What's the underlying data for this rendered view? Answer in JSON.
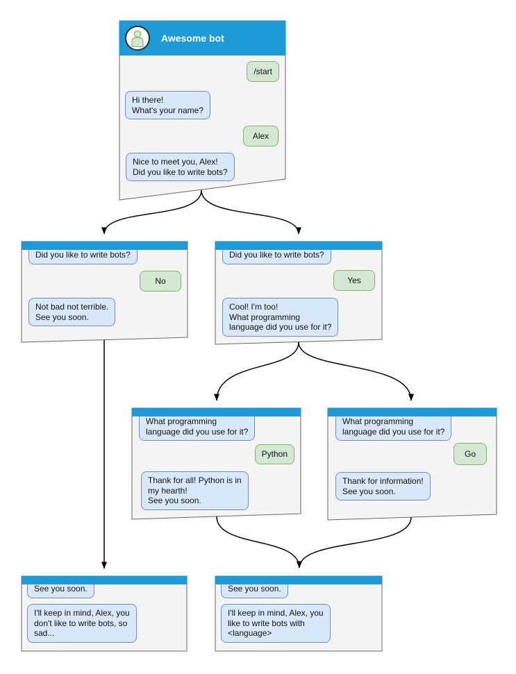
{
  "diagram": {
    "bot_title": "Awesome bot",
    "colors": {
      "titlebar_blue": "#1e9ad6",
      "window_fill": "#f5f5f5",
      "window_border": "#666666",
      "bot_bubble_fill": "#dae8fc",
      "bot_bubble_border": "#6c8ebf",
      "user_bubble_fill": "#d5e8d4",
      "user_bubble_border": "#82b366",
      "arrow": "#000000"
    },
    "nodes": [
      {
        "id": "root",
        "title": "Awesome bot",
        "messages": [
          {
            "from": "user",
            "text": "/start"
          },
          {
            "from": "bot",
            "text": "Hi there!\nWhat's your name?"
          },
          {
            "from": "user",
            "text": "Alex"
          },
          {
            "from": "bot",
            "text": "Nice to meet you, Alex!\nDid you like to write bots?"
          }
        ]
      },
      {
        "id": "branch-no",
        "messages": [
          {
            "from": "bot",
            "text": "Did you like to write bots?"
          },
          {
            "from": "user",
            "text": "No"
          },
          {
            "from": "bot",
            "text": "Not bad not terrible.\nSee you soon."
          }
        ]
      },
      {
        "id": "branch-yes",
        "messages": [
          {
            "from": "bot",
            "text": "Did you like to write bots?"
          },
          {
            "from": "user",
            "text": "Yes"
          },
          {
            "from": "bot",
            "text": "Cool! I'm too!\nWhat programming\nlanguage did you use for it?"
          }
        ]
      },
      {
        "id": "lang-python",
        "messages": [
          {
            "from": "bot",
            "text": "What programming\nlanguage did you use for it?"
          },
          {
            "from": "user",
            "text": "Python"
          },
          {
            "from": "bot",
            "text": "Thank for all! Python is in\nmy hearth!\nSee you soon."
          }
        ]
      },
      {
        "id": "lang-go",
        "messages": [
          {
            "from": "bot",
            "text": "What programming\nlanguage did you use for it?"
          },
          {
            "from": "user",
            "text": "Go"
          },
          {
            "from": "bot",
            "text": "Thank for information!\nSee you soon."
          }
        ]
      },
      {
        "id": "end-no",
        "messages": [
          {
            "from": "bot",
            "text": "See you soon."
          },
          {
            "from": "bot",
            "text": "I'll keep in mind, Alex, you\ndon't like to write bots, so\nsad..."
          }
        ]
      },
      {
        "id": "end-yes",
        "messages": [
          {
            "from": "bot",
            "text": "See you soon."
          },
          {
            "from": "bot",
            "text": "I'll keep in mind, Alex, you\nlike to write bots with\n<language>"
          }
        ]
      }
    ],
    "edges": [
      {
        "from": "root",
        "to": "branch-no"
      },
      {
        "from": "root",
        "to": "branch-yes"
      },
      {
        "from": "branch-yes",
        "to": "lang-python"
      },
      {
        "from": "branch-yes",
        "to": "lang-go"
      },
      {
        "from": "branch-no",
        "to": "end-no"
      },
      {
        "from": "lang-python",
        "to": "end-yes"
      },
      {
        "from": "lang-go",
        "to": "end-yes"
      }
    ]
  }
}
